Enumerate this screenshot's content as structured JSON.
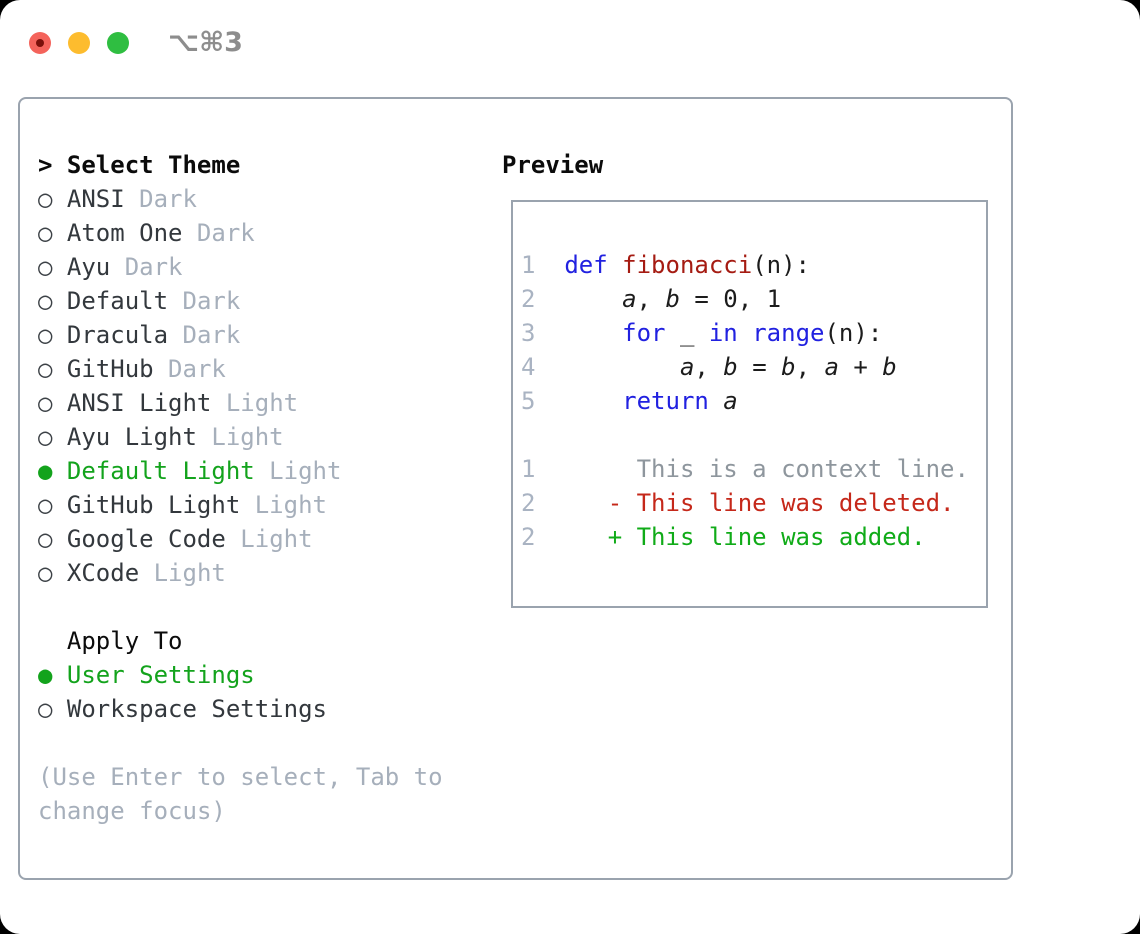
{
  "titlebar": {
    "shortcut": "⌥⌘3"
  },
  "colors": {
    "selection_green": "#13a31c",
    "added_green": "#10ab18",
    "deleted_red": "#c5281a",
    "keyword_blue": "#2121e0",
    "function_red": "#a51b12",
    "code_text": "#1c1c1c",
    "muted_gray": "#a6afbb",
    "line_number_gray": "#a9b3c2",
    "context_gray": "#8e969d",
    "panel_border_gray": "#9aa3ae",
    "list_text": "#33383d",
    "traffic_red": "#f4635b",
    "traffic_yellow": "#fdbc2e",
    "traffic_green": "#2fbe41"
  },
  "theme_picker": {
    "prompt": ">",
    "title": "Select Theme",
    "selected_marker": "●",
    "unselected_marker": "○",
    "items": [
      {
        "name": "ANSI",
        "variant": "Dark",
        "selected": false
      },
      {
        "name": "Atom One",
        "variant": "Dark",
        "selected": false
      },
      {
        "name": "Ayu",
        "variant": "Dark",
        "selected": false
      },
      {
        "name": "Default",
        "variant": "Dark",
        "selected": false
      },
      {
        "name": "Dracula",
        "variant": "Dark",
        "selected": false
      },
      {
        "name": "GitHub",
        "variant": "Dark",
        "selected": false
      },
      {
        "name": "ANSI Light",
        "variant": "Light",
        "selected": false
      },
      {
        "name": "Ayu Light",
        "variant": "Light",
        "selected": false
      },
      {
        "name": "Default Light",
        "variant": "Light",
        "selected": true
      },
      {
        "name": "GitHub Light",
        "variant": "Light",
        "selected": false
      },
      {
        "name": "Google Code",
        "variant": "Light",
        "selected": false
      },
      {
        "name": "XCode",
        "variant": "Light",
        "selected": false
      }
    ]
  },
  "apply_to": {
    "title": "Apply To",
    "options": [
      {
        "label": "User Settings",
        "selected": true
      },
      {
        "label": "Workspace Settings",
        "selected": false
      }
    ]
  },
  "help": {
    "line1": "(Use Enter to select, Tab to",
    "line2": "change focus)"
  },
  "preview": {
    "title": "Preview",
    "code_lines": [
      {
        "number": "1",
        "tokens": [
          {
            "text": "def",
            "style": "keyword"
          },
          {
            "text": " ",
            "style": "plain"
          },
          {
            "text": "fibonacci",
            "style": "function"
          },
          {
            "text": "(n):",
            "style": "plain"
          }
        ]
      },
      {
        "number": "2",
        "tokens": [
          {
            "text": "    ",
            "style": "plain"
          },
          {
            "text": "a",
            "style": "variable"
          },
          {
            "text": ", ",
            "style": "plain"
          },
          {
            "text": "b",
            "style": "variable"
          },
          {
            "text": " = 0, 1",
            "style": "plain"
          }
        ]
      },
      {
        "number": "3",
        "tokens": [
          {
            "text": "    ",
            "style": "plain"
          },
          {
            "text": "for",
            "style": "keyword"
          },
          {
            "text": " _ ",
            "style": "plain"
          },
          {
            "text": "in",
            "style": "keyword"
          },
          {
            "text": " ",
            "style": "plain"
          },
          {
            "text": "range",
            "style": "keyword"
          },
          {
            "text": "(n):",
            "style": "plain"
          }
        ]
      },
      {
        "number": "4",
        "tokens": [
          {
            "text": "        ",
            "style": "plain"
          },
          {
            "text": "a",
            "style": "variable"
          },
          {
            "text": ", ",
            "style": "plain"
          },
          {
            "text": "b",
            "style": "variable"
          },
          {
            "text": " = ",
            "style": "plain"
          },
          {
            "text": "b",
            "style": "variable"
          },
          {
            "text": ", ",
            "style": "plain"
          },
          {
            "text": "a",
            "style": "variable"
          },
          {
            "text": " + ",
            "style": "plain"
          },
          {
            "text": "b",
            "style": "variable"
          }
        ]
      },
      {
        "number": "5",
        "tokens": [
          {
            "text": "    ",
            "style": "plain"
          },
          {
            "text": "return",
            "style": "keyword"
          },
          {
            "text": " ",
            "style": "plain"
          },
          {
            "text": "a",
            "style": "variable"
          }
        ]
      },
      {
        "number": "",
        "tokens": []
      }
    ],
    "diff_lines": [
      {
        "number": "1",
        "type": "context",
        "text": "     This is a context line."
      },
      {
        "number": "2",
        "type": "deleted",
        "text": "   - This line was deleted."
      },
      {
        "number": "2",
        "type": "added",
        "text": "   + This line was added."
      }
    ]
  }
}
